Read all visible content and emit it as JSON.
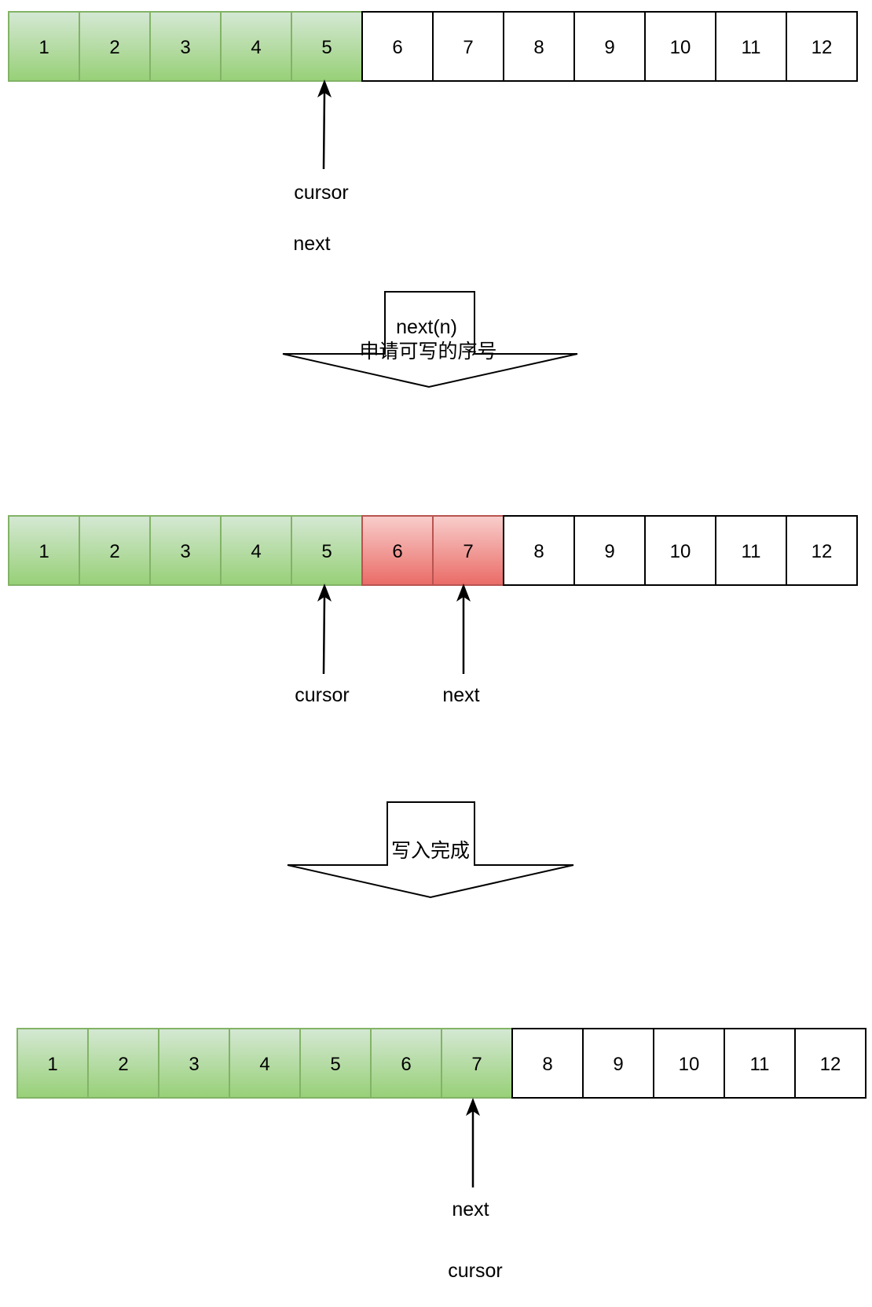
{
  "colors": {
    "filled_top": "#d5e8d4",
    "filled_bottom": "#97d077",
    "filled_border": "#82b366",
    "pending_top": "#f8cecc",
    "pending_bottom": "#ea6b66",
    "pending_border": "#b85450",
    "empty_fill": "#ffffff",
    "empty_border": "#000000"
  },
  "stages": [
    {
      "cells": [
        {
          "label": "1",
          "state": "filled"
        },
        {
          "label": "2",
          "state": "filled"
        },
        {
          "label": "3",
          "state": "filled"
        },
        {
          "label": "4",
          "state": "filled"
        },
        {
          "label": "5",
          "state": "filled"
        },
        {
          "label": "6",
          "state": "empty"
        },
        {
          "label": "7",
          "state": "empty"
        },
        {
          "label": "8",
          "state": "empty"
        },
        {
          "label": "9",
          "state": "empty"
        },
        {
          "label": "10",
          "state": "empty"
        },
        {
          "label": "11",
          "state": "empty"
        },
        {
          "label": "12",
          "state": "empty"
        }
      ],
      "pointer_labels": [
        "cursor",
        "next"
      ]
    },
    {
      "cells": [
        {
          "label": "1",
          "state": "filled"
        },
        {
          "label": "2",
          "state": "filled"
        },
        {
          "label": "3",
          "state": "filled"
        },
        {
          "label": "4",
          "state": "filled"
        },
        {
          "label": "5",
          "state": "filled"
        },
        {
          "label": "6",
          "state": "pending"
        },
        {
          "label": "7",
          "state": "pending"
        },
        {
          "label": "8",
          "state": "empty"
        },
        {
          "label": "9",
          "state": "empty"
        },
        {
          "label": "10",
          "state": "empty"
        },
        {
          "label": "11",
          "state": "empty"
        },
        {
          "label": "12",
          "state": "empty"
        }
      ],
      "pointer_labels": [
        "cursor",
        "next"
      ]
    },
    {
      "cells": [
        {
          "label": "1",
          "state": "filled"
        },
        {
          "label": "2",
          "state": "filled"
        },
        {
          "label": "3",
          "state": "filled"
        },
        {
          "label": "4",
          "state": "filled"
        },
        {
          "label": "5",
          "state": "filled"
        },
        {
          "label": "6",
          "state": "filled"
        },
        {
          "label": "7",
          "state": "filled"
        },
        {
          "label": "8",
          "state": "empty"
        },
        {
          "label": "9",
          "state": "empty"
        },
        {
          "label": "10",
          "state": "empty"
        },
        {
          "label": "11",
          "state": "empty"
        },
        {
          "label": "12",
          "state": "empty"
        }
      ],
      "pointer_labels": [
        "next",
        "cursor"
      ]
    }
  ],
  "transitions": [
    {
      "line1": "next(n)",
      "line2": "申请可写的序号"
    },
    {
      "line1": "写入完成"
    }
  ]
}
